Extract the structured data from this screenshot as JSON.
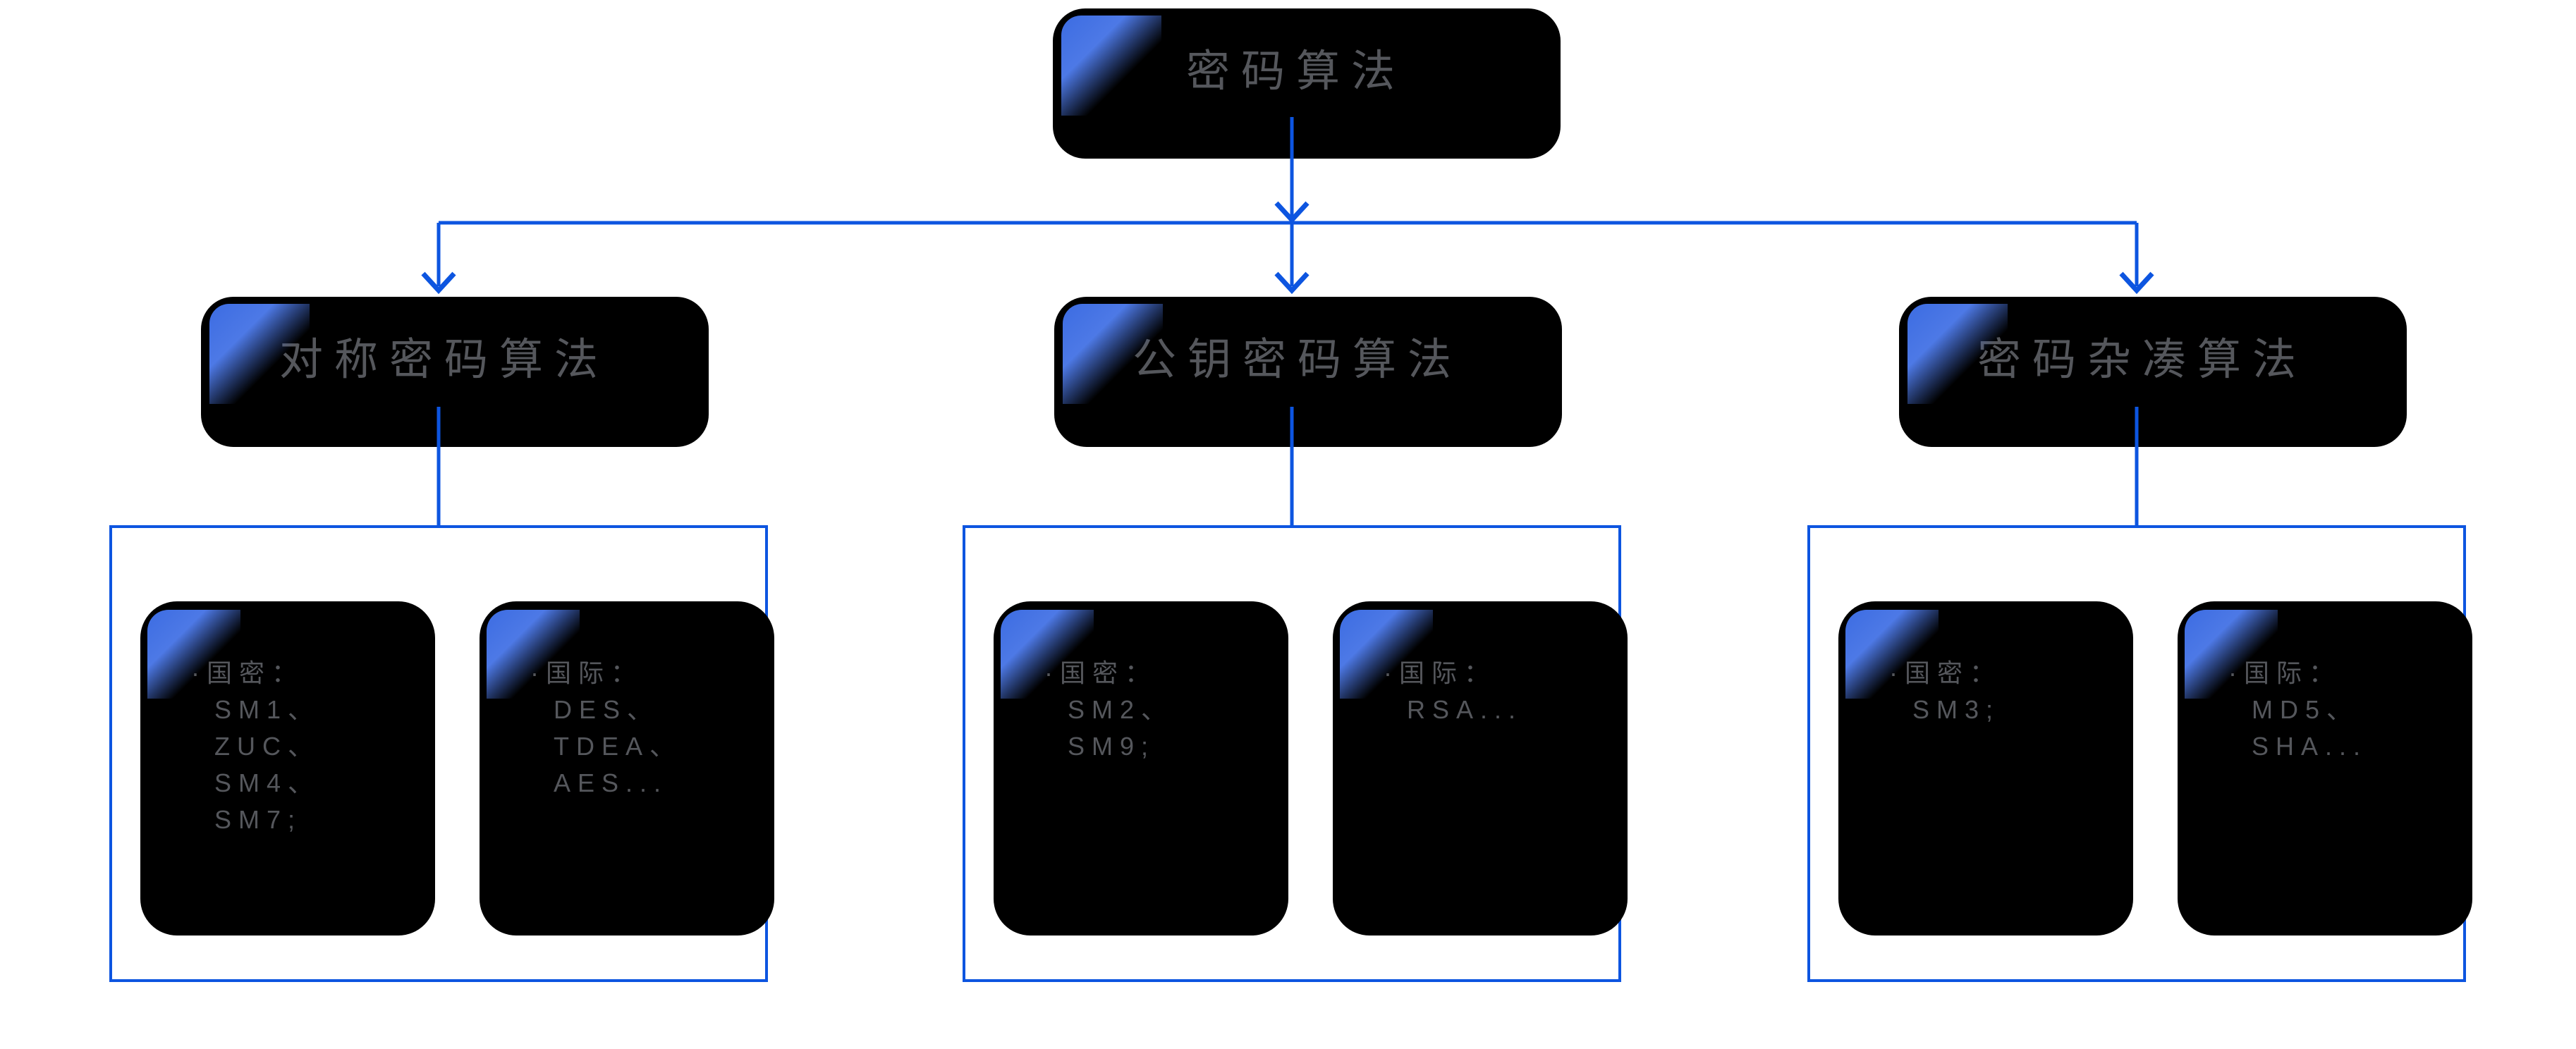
{
  "diagram": {
    "root": {
      "label": "密码算法"
    },
    "branches": [
      {
        "label": "对称密码算法",
        "cards": [
          {
            "lines": [
              "·国密：",
              "SM1、",
              "ZUC、",
              "SM4、",
              "SM7;"
            ]
          },
          {
            "lines": [
              "·国际：",
              "DES、",
              "TDEA、",
              "AES..."
            ]
          }
        ]
      },
      {
        "label": "公钥密码算法",
        "cards": [
          {
            "lines": [
              "·国密：",
              "SM2、",
              "SM9;"
            ]
          },
          {
            "lines": [
              "·国际：",
              "RSA..."
            ]
          }
        ]
      },
      {
        "label": "密码杂凑算法",
        "cards": [
          {
            "lines": [
              "·国密：",
              "SM3;"
            ]
          },
          {
            "lines": [
              "·国际：",
              "MD5、",
              "SHA..."
            ]
          }
        ]
      }
    ],
    "colors": {
      "connector_blue": "#0d55e0",
      "card_background": "#d7dae6",
      "corner_gradient_blue": "#3c6ce2",
      "text_gray": "#55575c",
      "shadow_black": "#000000"
    }
  }
}
